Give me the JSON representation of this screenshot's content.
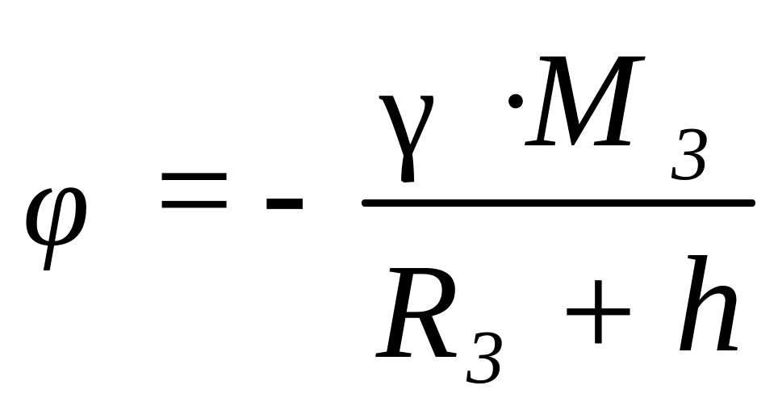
{
  "formula": {
    "lhs": "φ",
    "equals": "=",
    "minus": "-",
    "numerator": {
      "gamma": "γ",
      "dot": "·",
      "mass": "M",
      "mass_subscript": "3"
    },
    "denominator": {
      "radius": "R",
      "radius_subscript": "3",
      "plus": "+",
      "height": "h"
    }
  },
  "colors": {
    "text": "#000000",
    "background": "#ffffff"
  }
}
